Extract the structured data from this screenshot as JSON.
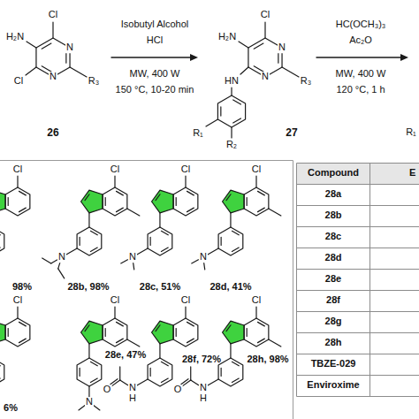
{
  "diagram": {
    "labels": [
      "Isobutyl Alcohol",
      "HCl",
      "MW, 400 W",
      "150 °C, 10-20 min",
      "HC(OCH₃)₃",
      "Ac₂O",
      "MW, 400 W",
      "120 °C, 1 h",
      "H₂N",
      "Cl",
      "Cl",
      "N",
      "N",
      "R₃",
      "26",
      "H₂N",
      "Cl",
      "HN",
      "N",
      "N",
      "R₃",
      "R₁",
      "R₂",
      "27",
      "R₁",
      "Cl",
      "98%",
      "Cl",
      "N",
      "28b, 98%",
      "Cl",
      "N",
      "28c, 51%",
      "Cl",
      "N",
      "28d, 41%",
      "Cl",
      "6%",
      "Cl",
      "N",
      "28e, 47%",
      "Cl",
      "N",
      "H",
      "O",
      "28f, 72%",
      "Cl",
      "N",
      "H",
      "O",
      "28h, 98%",
      "Compound",
      "E",
      "28a",
      "28b",
      "28c",
      "28d",
      "28e",
      "28f",
      "28g",
      "28h",
      "TBZE-029",
      "Enviroxime"
    ]
  }
}
